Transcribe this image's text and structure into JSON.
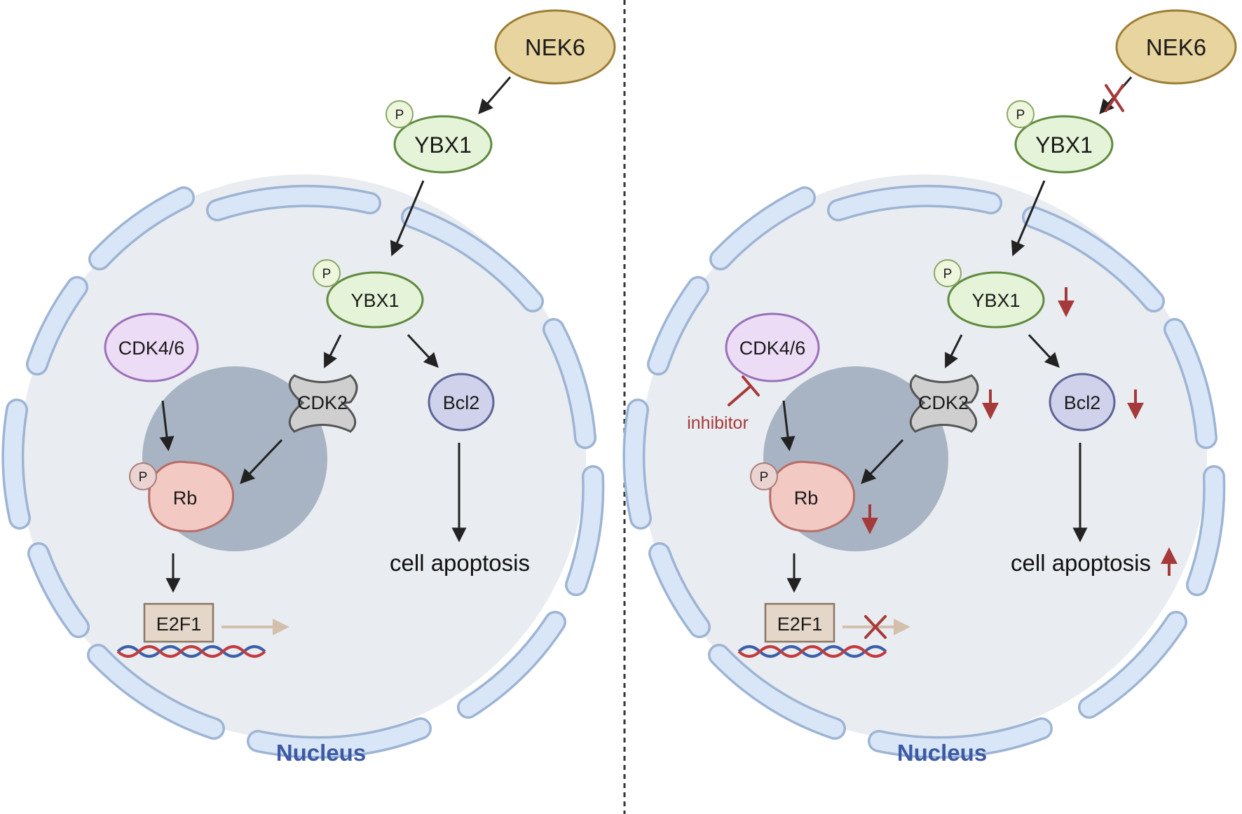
{
  "colors": {
    "cell_fill": "#e9ecf0",
    "envelope_fill": "#d9e6f7",
    "envelope_stroke": "#9db4d4",
    "nucleolus": "#a8b4c3",
    "nek6_fill": "#e8d49e",
    "nek6_stroke": "#9c7e35",
    "ybx1_fill": "#e5f4d8",
    "ybx1_stroke": "#5f8a3e",
    "cdk46_fill": "#ecdcf6",
    "cdk46_stroke": "#9b70b8",
    "cdk2_fill": "#cfcfcf",
    "cdk2_stroke": "#555555",
    "bcl2_fill": "#cfd2ea",
    "bcl2_stroke": "#5e6496",
    "rb_fill": "#f3c9c4",
    "rb_stroke": "#b76e67",
    "e2f1_fill": "#e4d6c8",
    "e2f1_stroke": "#8a7664",
    "arrow": "#222222",
    "red_mark": "#a63a3a",
    "nucleus_text": "#3b5aa3"
  },
  "left_panel": {
    "nek6": "NEK6",
    "ybx1_cyto": "YBX1",
    "ybx1_nuclear": "YBX1",
    "phospho": "P",
    "cdk46": "CDK4/6",
    "cdk2": "CDK2",
    "bcl2": "Bcl2",
    "rb": "Rb",
    "e2f1": "E2F1",
    "apoptosis": "cell apoptosis",
    "nucleus": "Nucleus"
  },
  "right_panel": {
    "nek6": "NEK6",
    "ybx1_cyto": "YBX1",
    "ybx1_nuclear": "YBX1",
    "phospho": "P",
    "cdk46": "CDK4/6",
    "inhibitor": "inhibitor",
    "cdk2": "CDK2",
    "bcl2": "Bcl2",
    "rb": "Rb",
    "e2f1": "E2F1",
    "apoptosis": "cell apoptosis",
    "nucleus": "Nucleus"
  }
}
